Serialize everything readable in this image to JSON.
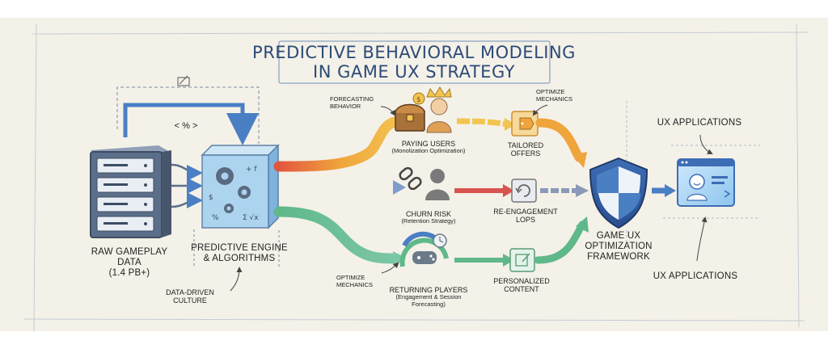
{
  "title": {
    "line1": "PREDICTIVE BEHAVIORAL MODELING",
    "line2": "IN GAME UX STRATEGY"
  },
  "raw_data": {
    "line1": "RAW GAMEPLAY",
    "line2": "DATA",
    "line3": "(1.4 PB+)"
  },
  "loop_symbol": "< % >",
  "engine": {
    "line1": "PREDICTIVE ENGINE",
    "line2": "& ALGORITHMS"
  },
  "culture": {
    "line1": "DATA-DRIVEN",
    "line2": "CULTURE"
  },
  "forecasting": {
    "line1": "FORECASTING",
    "line2": "BEHAVIOR"
  },
  "paying": {
    "line1": "PAYING USERS",
    "line2": "(Monolization Optimization)"
  },
  "optimize_top": {
    "line1": "OPTIMIZE",
    "line2": "MECHANICS"
  },
  "tailored": {
    "line1": "TAILORED",
    "line2": "OFFERS"
  },
  "churn": {
    "line1": "CHURN RISK",
    "line2": "(Retention Strategy)"
  },
  "reengage": {
    "line1": "RE-ENGAGEMENT",
    "line2": "LOPS"
  },
  "optimize_bottom": {
    "line1": "OPTIMIZE",
    "line2": "MECHANICS"
  },
  "returning": {
    "line1": "RETURNING PLAYERS",
    "line2": "(Engagement & Session",
    "line3": "Forecasting)"
  },
  "personalized": {
    "line1": "PERSONALIZED",
    "line2": "CONTENT"
  },
  "framework": {
    "line1": "GAME UX",
    "line2": "OPTIMIZATION",
    "line3": "FRAMEWORK"
  },
  "ux_top": "UX APPLICATIONS",
  "ux_bottom": "UX APPLICATIONS",
  "colors": {
    "title": "#2c4a78",
    "blue_arrow": "#4a7fc4",
    "orange_arrow": "#f0a43c",
    "red_arrow": "#d9534f",
    "green_arrow": "#5fb88a",
    "server": "#5c6f8a",
    "cube": "#a9d3ef"
  }
}
